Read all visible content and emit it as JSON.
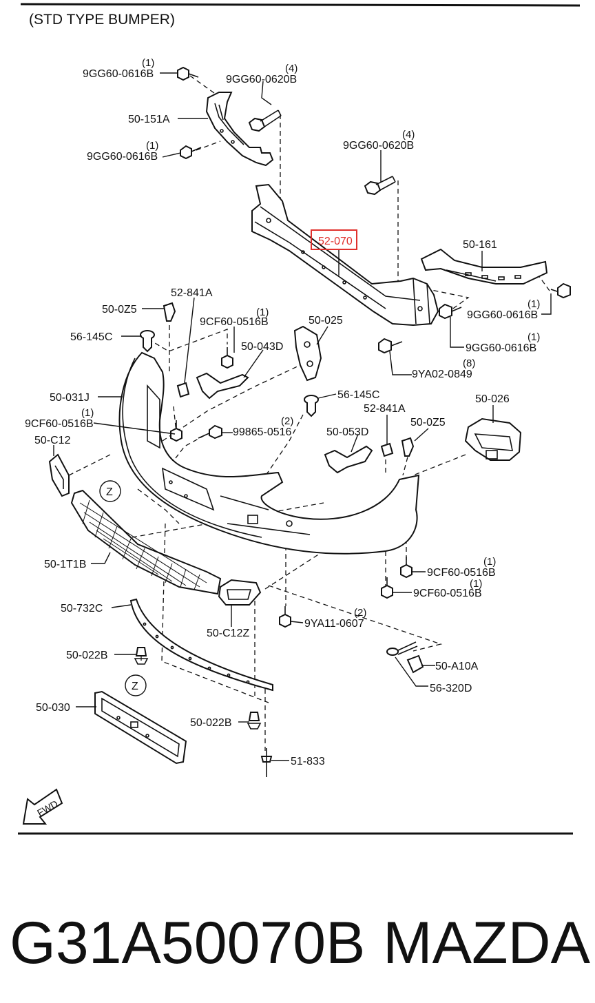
{
  "header": {
    "title": "(STD TYPE BUMPER)"
  },
  "labels": {
    "p_9gg60_0616b_top": "9GG60-0616B",
    "q_9gg60_0616b_top": "(1)",
    "p_9gg60_0620b_a": "9GG60-0620B",
    "q_9gg60_0620b_a": "(4)",
    "p_50_151a": "50-151A",
    "p_9gg60_0616b_b": "9GG60-0616B",
    "q_9gg60_0616b_b": "(1)",
    "p_9gg60_0620b_b": "9GG60-0620B",
    "q_9gg60_0620b_b": "(4)",
    "p_52_070": "52-070",
    "p_50_161": "50-161",
    "p_50_0z5_a": "50-0Z5",
    "p_52_841a_a": "52-841A",
    "p_9gg60_0616b_c": "9GG60-0616B",
    "q_9gg60_0616b_c": "(1)",
    "p_56_145c_a": "56-145C",
    "p_9cf60_0516b_a": "9CF60-0516B",
    "q_9cf60_0516b_a": "(1)",
    "p_50_025": "50-025",
    "p_9gg60_0616b_d": "9GG60-0616B",
    "q_9gg60_0616b_d": "(1)",
    "p_50_043d": "50-043D",
    "p_9ya02_0849": "9YA02-0849",
    "q_9ya02_0849": "(8)",
    "p_50_031j": "50-031J",
    "p_56_145c_b": "56-145C",
    "p_50_026": "50-026",
    "p_9cf60_0516b_b": "9CF60-0516B",
    "q_9cf60_0516b_b": "(1)",
    "p_99865_0516": "99865-0516",
    "q_99865_0516": "(2)",
    "p_52_841a_b": "52-841A",
    "p_50_0z5_b": "50-0Z5",
    "p_50_053d": "50-053D",
    "p_50_c12": "50-C12",
    "p_z_a": "Z",
    "p_50_1t1b": "50-1T1B",
    "p_9cf60_0516b_c": "9CF60-0516B",
    "q_9cf60_0516b_c": "(1)",
    "p_9cf60_0516b_d": "9CF60-0516B",
    "q_9cf60_0516b_d": "(1)",
    "p_50_732c": "50-732C",
    "p_50_c12z": "50-C12Z",
    "p_9ya11_0607": "9YA11-0607",
    "q_9ya11_0607": "(2)",
    "p_50_022b_a": "50-022B",
    "p_50_a10a": "50-A10A",
    "p_56_320d": "56-320D",
    "p_z_b": "Z",
    "p_50_030": "50-030",
    "p_50_022b_b": "50-022B",
    "p_51_833": "51-833",
    "fwd": "FWD"
  },
  "footer": {
    "part_number": "G31A50070B",
    "brand": "MAZDA"
  },
  "colors": {
    "line": "#111111",
    "highlight": "#e0302c",
    "background": "#ffffff"
  }
}
